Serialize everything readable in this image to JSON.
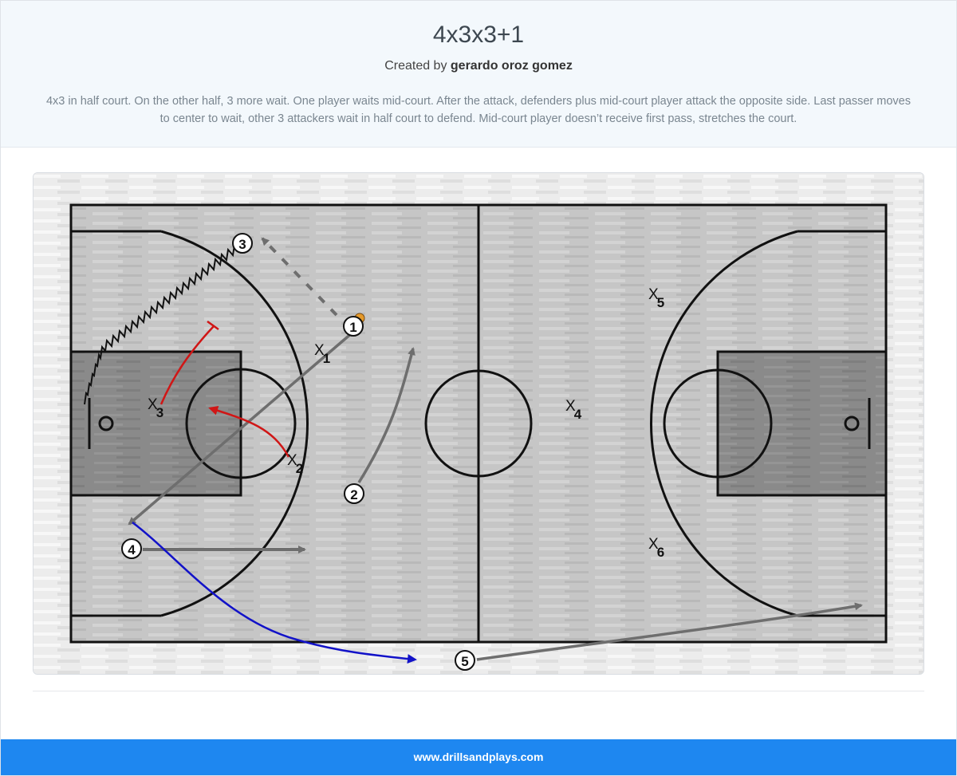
{
  "header": {
    "title": "4x3x3+1",
    "created_prefix": "Created by",
    "author": "gerardo oroz gomez",
    "description": "4x3 in half court. On the other half, 3 more wait. One player waits mid-court. After the attack, defenders plus mid-court player attack the opposite side. Last passer moves to center to wait, other 3 attackers wait in half court to defend. Mid-court player doesn’t receive first pass, stretches the court."
  },
  "diagram": {
    "offense": [
      {
        "number": "1"
      },
      {
        "number": "2"
      },
      {
        "number": "3"
      },
      {
        "number": "4"
      },
      {
        "number": "5"
      }
    ],
    "defense": [
      {
        "mark": "X",
        "sub": "1"
      },
      {
        "mark": "X",
        "sub": "2"
      },
      {
        "mark": "X",
        "sub": "3"
      },
      {
        "mark": "X",
        "sub": "4"
      },
      {
        "mark": "X",
        "sub": "5"
      },
      {
        "mark": "X",
        "sub": "6"
      }
    ],
    "colors": {
      "court_floor": "#c9c9c9",
      "paint": "#8e8e8e",
      "lines": "#111111",
      "pass_arrow": "#6e6e6e",
      "defender_move": "#d01616",
      "cut_arrow": "#1212c8",
      "ball": "#e59a2a"
    }
  },
  "footer": {
    "site": "www.drillsandplays.com"
  }
}
